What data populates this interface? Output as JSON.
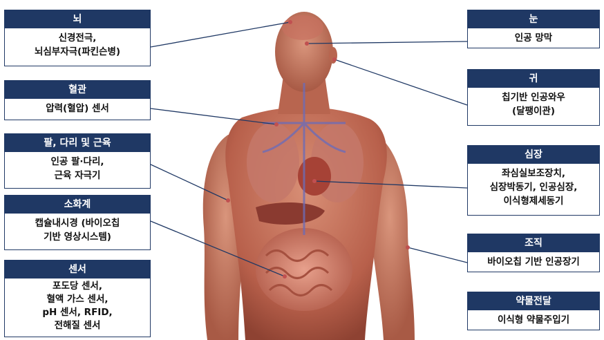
{
  "colors": {
    "header_bg": "#1f3864",
    "header_text": "#ffffff",
    "skin": "#c8826a",
    "muscle": "#b55a47"
  },
  "labels": {
    "brain": {
      "title": "뇌",
      "body": "신경전극,\n뇌심부자극(파킨슨병)"
    },
    "vessel": {
      "title": "혈관",
      "body": "압력(혈압) 센서"
    },
    "limbs": {
      "title": "팔, 다리 및 근육",
      "body": "인공 팔·다리,\n근육 자극기"
    },
    "digestive": {
      "title": "소화계",
      "body": "캡슐내시경 (바이오칩\n기반 영상시스템)"
    },
    "sensor": {
      "title": "센서",
      "body": "포도당 센서,\n혈액 가스 센서,\npH 센서, RFID,\n전해질 센서"
    },
    "eye": {
      "title": "눈",
      "body": "인공 망막"
    },
    "ear": {
      "title": "귀",
      "body": "칩기반 인공와우\n(달팽이관)"
    },
    "heart": {
      "title": "심장",
      "body": "좌심실보조장치,\n심장박동기, 인공심장,\n이식형제세동기"
    },
    "tissue": {
      "title": "조직",
      "body": "바이오칩 기반 인공장기"
    },
    "drug": {
      "title": "약물전달",
      "body": "이식형 약물주입기"
    }
  }
}
